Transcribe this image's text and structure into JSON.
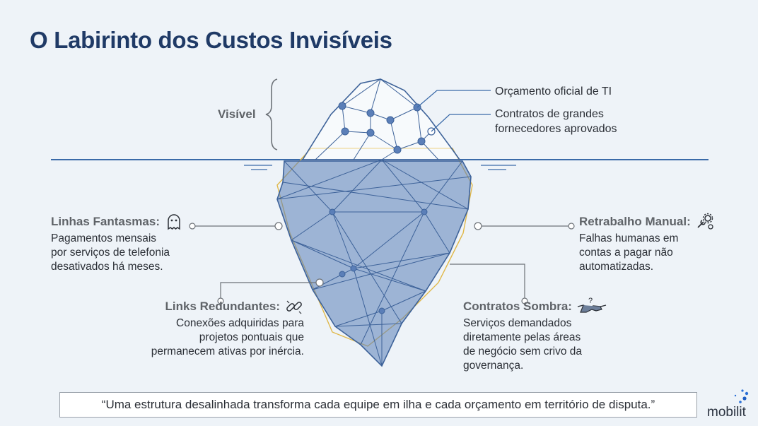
{
  "title": "O Labirinto dos Custos Invisíveis",
  "visible_label": "Visível",
  "top_labels": [
    {
      "text": "Orçamento oficial de TI"
    },
    {
      "line1": "Contratos de grandes",
      "line2": "fornecedores aprovados"
    }
  ],
  "callouts": {
    "linhas_fantasmas": {
      "title": "Linhas Fantasmas:",
      "lines": [
        "Pagamentos mensais",
        "por serviços de telefonia",
        "desativados há meses."
      ],
      "icon": "ghost-icon"
    },
    "links_redundantes": {
      "title": "Links Redundantes:",
      "lines": [
        "Conexões adquiridas para",
        "projetos pontuais que",
        "permanecem ativas por inércia."
      ],
      "icon": "chain-link-icon"
    },
    "retrabalho_manual": {
      "title": "Retrabalho Manual:",
      "lines": [
        "Falhas humanas em",
        "contas a pagar não",
        "automatizadas."
      ],
      "icon": "gears-wrench-icon"
    },
    "contratos_sombra": {
      "title": "Contratos Sombra:",
      "lines": [
        "Serviços demandados",
        "diretamente pelas áreas",
        "de negócio sem crivo da",
        "governança."
      ],
      "icon": "handshake-question-icon"
    }
  },
  "quote": "“Uma estrutura desalinhada transforma cada equipe em ilha e cada orçamento em território de disputa.”",
  "logo": {
    "text": "mobilit"
  },
  "colors": {
    "title": "#1f3a66",
    "iceberg_fill": "#5b7fb8",
    "iceberg_line": "#3d6299",
    "accent_gold": "#e0b84a",
    "waterline": "#3a6aa8",
    "background": "#eef3f8"
  }
}
